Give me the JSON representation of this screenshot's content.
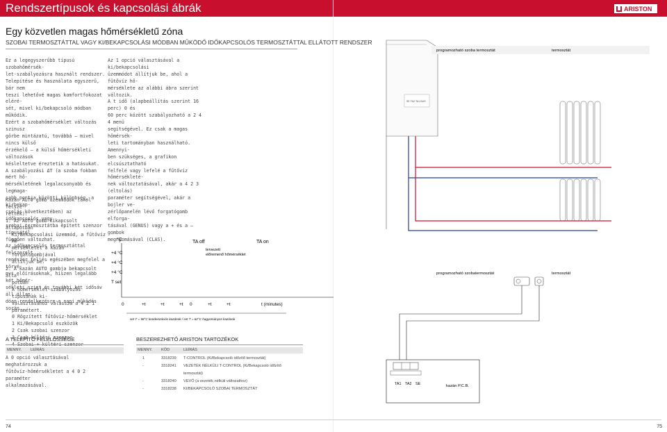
{
  "header": {
    "title": "Rendszertípusok és kapcsolási ábrák",
    "brand": "ARISTON"
  },
  "section": {
    "title": "Egy közvetlen magas hőmérsékletű zóna",
    "subtitle": "SZOBAI TERMOSZTÁTTAL VAGY KI/BEKAPCSOLÁSI MÓDBAN MŰKÖDŐ IDŐKAPCSOLÓS TERMOSZTÁTTAL ELLÁTOTT RENDSZER"
  },
  "col1": [
    "Ez a legegyszerűbb típusú szobahőmérsék-",
    "let-szabályozásra használt rendszer.",
    "Telepítése és használata egyszerű, bár nem",
    "teszi lehetővé magas komfortfokozat eléré-",
    "sét, mivel ki/bekapcsoló módban működik.",
    "Ezért a szobahőmérséklet változás szinusz",
    "görbe mintázatú, továbbá – mivel nincs külső",
    "érzékelő – a külső hőmérsékleti változások",
    "késleltetve éreztetik a hatásukat.",
    "A szabályozási ΔT (a szoba fokban mért hő-",
    "mérsékletének legalacsonyabb és legmaga-",
    "sabb pontja közötti különbség, a ki/bekap-",
    "csolás következtében) az időkapcsolós vagy",
    "szobai termosztátba épített szenzor típusától",
    "függően változhat.",
    "Az időkapcsolós termosztáttal felszerelt",
    "rendszer teljes egészében megfelel a törvé-",
    "nyi előírásoknak, hiszen legalább két hőmér-",
    "sékleti szint és további két idősáv áll állan-",
    "dóan rendelkezésre a napi működés során."
  ],
  "col2": [
    "Az 1 opció választásával a ki/bekapcsolási",
    "üzemmódot állítjuk be, ahol a fűtővíz hő-",
    "mérséklete az alábbi ábra szerint változik.",
    "A t idő (alapbeállítás szerint 16 perc) 0 és",
    "60 perc között szabályozható a 2 4 4 menü",
    "segítségével. Ez csak a magas hőmérsék-",
    "leti tartományban használható. Amennyi-",
    "ben szükséges, a grafikon elcsúsztatható",
    "felfelé vagy lefelé a fűtővíz hőmérsékleté-",
    "nek változtatásával, akár a 4 2 3 (eltolás)",
    "paraméter segítségével, akár a bojler ve-",
    "zérlőpanelén lévő forgatógomb elforga-",
    "tásával (GENUS) vagy a + és a – gombok",
    "megnyomásával (CLAS)."
  ],
  "col3": {
    "intro": [
      "Kazán AUTO gomb üzemmódok (ahol felsze-",
      "relték):"
    ],
    "items": [
      {
        "text": "1. Az AUTO gomb kikapcsolt állapotban",
        "indent": false
      },
      {
        "text": "Ki/Bekapcsolási üzemmód, a fűtővíz hő-",
        "indent": true
      },
      {
        "text": "mérsékletét a kazán forgatógombjával",
        "indent": true
      },
      {
        "text": "állítjuk be.",
        "indent": true
      },
      {
        "text": "2. A kazán AUTO gombja bekapcsolt álla-",
        "indent": false
      },
      {
        "text": "potban",
        "indent": true
      },
      {
        "text": "A hőmérséklet-szabályozás típusának ki-",
        "indent": true
      },
      {
        "text": "választásához válassza a 4 2 1 paramétert.",
        "indent": true
      },
      {
        "text": "0      Rögzített fűtővíz-hőmérséklet",
        "indent": true
      },
      {
        "text": "1      Ki/Bekapcsoló eszközök",
        "indent": true
      },
      {
        "text": "2      Csak szobai szenzor",
        "indent": true
      },
      {
        "text": "3      Csak kültéri szenzor",
        "indent": true
      },
      {
        "text": "4      Szobai + kültéri szenzor",
        "indent": true
      }
    ],
    "outro": [
      "A 0 opció választásával meghatározzuk a",
      "fűtővíz-hőmérsékletet a 4 0 2 paraméter",
      "alkalmazásával."
    ]
  },
  "chart_data": {
    "type": "line",
    "title": "",
    "ylabel": "°C",
    "xlabel": "t (minutes)",
    "y_ticks": [
      "+4 °C",
      "+4 °C",
      "+4 °C",
      "T set"
    ],
    "x_ticks": [
      "0",
      "+t",
      "+t",
      "+t",
      "0",
      "+t",
      "+t"
    ],
    "annotations": [
      "TA off",
      "TA on",
      "tervezett előremenő hőmérséklet"
    ],
    "footnote": "set T = 58°C kondenzációs kazánok / set T = 62°C hagyományos kazánok",
    "series": [
      {
        "values": [
          0,
          0,
          0,
          0,
          0,
          0,
          0
        ]
      }
    ]
  },
  "diagram": {
    "top_labels": [
      "programozható szoba termosztát",
      "termosztát"
    ],
    "mid_labels": [
      "programozható szobatermosztát",
      "termosztát"
    ],
    "terminals_top": "SE TA2 TA1 BUS",
    "terminals_bottom": [
      "TA1",
      "TA2",
      "SE"
    ],
    "boiler_pcb": "kazán P.C.B."
  },
  "table_installer": {
    "title": "A TELEPÍTŐ FELELŐSSÉGE",
    "columns": [
      "MENNY.",
      "LEÍRÁS"
    ]
  },
  "table_accessories": {
    "title": "BESZEREZHETŐ ARISTON TARTOZÉKOK",
    "columns": [
      "MENNY.",
      "KÓD",
      "LEÍRÁS"
    ],
    "rows": [
      {
        "qty": "1",
        "code": "3318239",
        "desc": "T-CONTROL (Ki/Bekapcsoló időzítő termosztát)"
      },
      {
        "qty": "-",
        "code": "3318241",
        "desc": "VEZETÉK NÉLKÜLI T-CONTROL (Ki/Bekapcsoló időzítő"
      },
      {
        "qty": "",
        "code": "",
        "desc": "termosztát)"
      },
      {
        "qty": "-",
        "code": "3318240",
        "desc": "VEVŐ (a vezeték nélküli változathoz)"
      },
      {
        "qty": "-",
        "code": "3318238",
        "desc": "KI/BEKAPCSOLÓ SZOBAI TERMOSZTÁT"
      }
    ]
  },
  "pages": {
    "left": "74",
    "right": "75"
  }
}
